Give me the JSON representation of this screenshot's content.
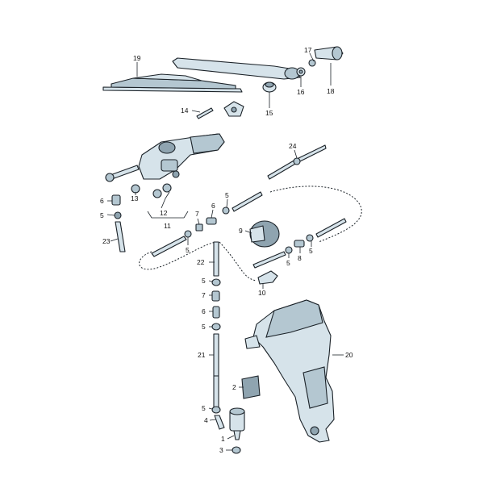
{
  "callouts": {
    "c1": "1",
    "c2": "2",
    "c3": "3",
    "c4": "4",
    "c5a": "5",
    "c5b": "5",
    "c5c": "5",
    "c5d": "5",
    "c5e": "5",
    "c5f": "5",
    "c5g": "5",
    "c5h": "5",
    "c6a": "6",
    "c6b": "6",
    "c6c": "6",
    "c7a": "7",
    "c7b": "7",
    "c8": "8",
    "c9": "9",
    "c10": "10",
    "c11": "11",
    "c12": "12",
    "c13": "13",
    "c14": "14",
    "c15": "15",
    "c16": "16",
    "c17": "17",
    "c18": "18",
    "c19": "19",
    "c20": "20",
    "c21": "21",
    "c22": "22",
    "c23": "23",
    "c24": "24"
  },
  "colors": {
    "part_fill": "#d6e3ea",
    "part_shade": "#8fa4b0",
    "outline": "#1b2228"
  }
}
